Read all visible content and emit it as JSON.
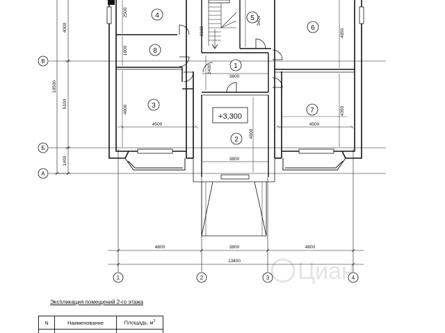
{
  "axes_rows": {
    "B": "В",
    "Б": "Б",
    "A": "А"
  },
  "axes_cols": {
    "c1": "1",
    "c2": "2",
    "c3": "3",
    "c4": "4"
  },
  "rooms": {
    "r1": "1",
    "r2": "2",
    "r3": "3",
    "r4": "4",
    "r5": "5",
    "r6": "6",
    "r7": "7",
    "r8": "8"
  },
  "level_mark": "+3,300",
  "dims": {
    "left_total": "10500",
    "left_top": "4000",
    "left_mid": "5100",
    "left_bottom": "1400",
    "room4_h": "2500",
    "room8_h": "1800",
    "room3_h": "4600",
    "room3_w": "4500",
    "hall_h": "2400",
    "hall_w": "3800",
    "stair_h": "2600",
    "room5_h": "3400",
    "room2_h": "4500",
    "room2_w": "3800",
    "room6_h": "4650",
    "room7_h": "4350",
    "room7_w": "4500",
    "bottom_left": "4800",
    "bottom_mid": "3800",
    "bottom_right": "4800",
    "bottom_total": "13400"
  },
  "legend": {
    "title": "Экспликация помещений 2-го этажа",
    "col_n": "N",
    "col_name": "Наименование",
    "col_area": "Площадь, м",
    "col_area_sup": "2"
  },
  "watermark": "Циан",
  "colors": {
    "line": "#111111",
    "watermark": "#dddddd"
  }
}
